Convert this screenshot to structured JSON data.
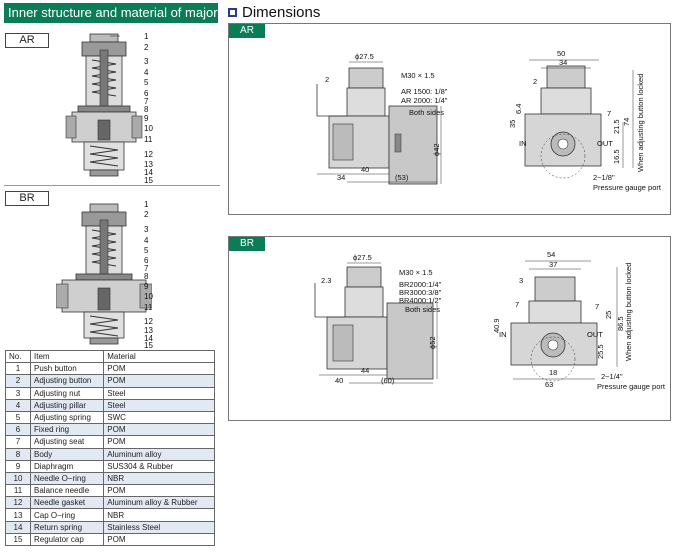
{
  "left": {
    "header": "Inner structure and material of major parts",
    "ar_tag": "AR",
    "br_tag": "BR",
    "ar_callouts": [
      "1",
      "2",
      "3",
      "4",
      "5",
      "6",
      "7",
      "8",
      "9",
      "10",
      "11",
      "12",
      "13",
      "14",
      "15"
    ],
    "br_callouts": [
      "1",
      "2",
      "3",
      "4",
      "5",
      "6",
      "7",
      "8",
      "9",
      "10",
      "11",
      "12",
      "13",
      "14",
      "15"
    ],
    "table": {
      "headers": [
        "No.",
        "Item",
        "Material"
      ],
      "rows": [
        [
          "1",
          "Push button",
          "POM"
        ],
        [
          "2",
          "Adjusting button",
          "POM"
        ],
        [
          "3",
          "Adjusting nut",
          "Steel"
        ],
        [
          "4",
          "Adjusting pillar",
          "Steel"
        ],
        [
          "5",
          "Adjusting spring",
          "SWC"
        ],
        [
          "6",
          "Fixed ring",
          "POM"
        ],
        [
          "7",
          "Adjusting seat",
          "POM"
        ],
        [
          "8",
          "Body",
          "Aluminum alloy"
        ],
        [
          "9",
          "Diaphragm",
          "SUS304 & Rubber"
        ],
        [
          "10",
          "Needle O−ring",
          "NBR"
        ],
        [
          "11",
          "Balance needle",
          "POM"
        ],
        [
          "12",
          "Needle gasket",
          "Aluminum alloy & Rubber"
        ],
        [
          "13",
          "Cap O−ring",
          "NBR"
        ],
        [
          "14",
          "Return spring",
          "Stainless Steel"
        ],
        [
          "15",
          "Regulator cap",
          "POM"
        ]
      ]
    }
  },
  "right": {
    "title": "Dimensions",
    "ar": {
      "tab": "AR",
      "d_top": "ϕ27.5",
      "thread": "M30 × 1.5",
      "d_2": "2",
      "port1": "AR 1500: 1/8\"",
      "port2": "AR 2000: 1/4\"",
      "both": "Both sides",
      "d_phi": "ϕ42",
      "d_34": "34",
      "d_40": "40",
      "d_53": "(53)",
      "s_50": "50",
      "s_34": "34",
      "s_2": "2",
      "s_35": "35",
      "s_64": "6.4",
      "s_7": "7",
      "s_215": "21.5",
      "s_74": "74",
      "s_165": "16.5",
      "s_in": "IN",
      "s_out": "OUT",
      "s_gauge_port": "2−1/8\"",
      "s_gauge": "Pressure gauge port",
      "s_locked": "When adjusting button locked"
    },
    "br": {
      "tab": "BR",
      "d_top": "ϕ27.5",
      "thread": "M30 × 1.5",
      "d_23": "2.3",
      "port1": "BR2000:1/4\"",
      "port2": "BR3000:3/8\"",
      "port3": "BR4000:1/2\"",
      "both": "Both sides",
      "d_phi": "ϕ52",
      "d_40": "40",
      "d_44": "44",
      "d_60": "(60)",
      "s_54": "54",
      "s_37": "37",
      "s_3": "3",
      "s_7a": "7",
      "s_409": "40.9",
      "s_7b": "7",
      "s_25": "25",
      "s_865": "86.5",
      "s_255": "25.5",
      "s_18": "18",
      "s_63": "63",
      "s_in": "IN",
      "s_out": "OUT",
      "s_gauge_port": "2−1/4\"",
      "s_gauge": "Pressure gauge port",
      "s_locked": "When adjusting button locked"
    }
  }
}
